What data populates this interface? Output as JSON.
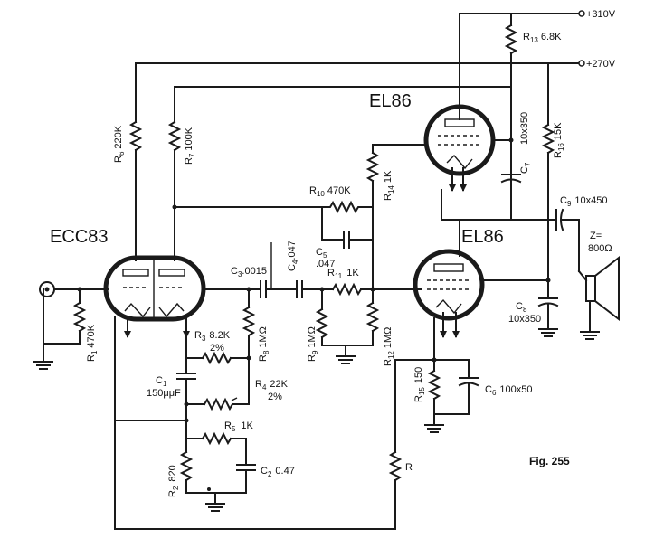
{
  "rails": {
    "v310": "+310V",
    "v270": "+270V"
  },
  "tubes": {
    "preamp": "ECC83",
    "upper_out": "EL86",
    "lower_out": "EL86"
  },
  "resistors": {
    "r1": {
      "ref": "R",
      "sub": "1",
      "val": "470K"
    },
    "r2": {
      "ref": "R",
      "sub": "2",
      "val": "820"
    },
    "r3": {
      "ref": "R",
      "sub": "3",
      "val": "8.2K",
      "tol": "2%"
    },
    "r4": {
      "ref": "R",
      "sub": "4",
      "val": "22K",
      "tol": "2%"
    },
    "r5": {
      "ref": "R",
      "sub": "5",
      "val": "1K"
    },
    "r6": {
      "ref": "R",
      "sub": "6",
      "val": "220K"
    },
    "r7": {
      "ref": "R",
      "sub": "7",
      "val": "100K"
    },
    "r8": {
      "ref": "R",
      "sub": "8",
      "val": "1MΩ"
    },
    "r9": {
      "ref": "R",
      "sub": "9",
      "val": "1MΩ"
    },
    "r10": {
      "ref": "R",
      "sub": "10",
      "val": "470K"
    },
    "r11": {
      "ref": "R",
      "sub": "11",
      "val": "1K"
    },
    "r12": {
      "ref": "R",
      "sub": "12",
      "val": "1MΩ"
    },
    "r13": {
      "ref": "R",
      "sub": "13",
      "val": "6.8K"
    },
    "r14": {
      "ref": "R",
      "sub": "14",
      "val": "1K"
    },
    "r15": {
      "ref": "R",
      "sub": "15",
      "val": "150"
    },
    "r16": {
      "ref": "R",
      "sub": "16",
      "val": "15K"
    },
    "r": {
      "ref": "R"
    }
  },
  "capacitors": {
    "c1": {
      "ref": "C",
      "sub": "1",
      "val": "150μμF"
    },
    "c2": {
      "ref": "C",
      "sub": "2",
      "val": "0.47"
    },
    "c3": {
      "ref": "C",
      "sub": "3",
      "val": ".0015"
    },
    "c4": {
      "ref": "C",
      "sub": "4",
      "val": ".047"
    },
    "c5": {
      "ref": "C",
      "sub": "5",
      "val": ".047"
    },
    "c6": {
      "ref": "C",
      "sub": "6",
      "val": "100x50"
    },
    "c7": {
      "ref": "C",
      "sub": "7",
      "val": "10x350"
    },
    "c8": {
      "ref": "C",
      "sub": "8",
      "val": "10x350"
    },
    "c9": {
      "ref": "C",
      "sub": "9",
      "val": "10x450"
    }
  },
  "speaker": {
    "label": "Z=",
    "impedance": "800Ω"
  },
  "figure": {
    "caption": "Fig. 255"
  }
}
